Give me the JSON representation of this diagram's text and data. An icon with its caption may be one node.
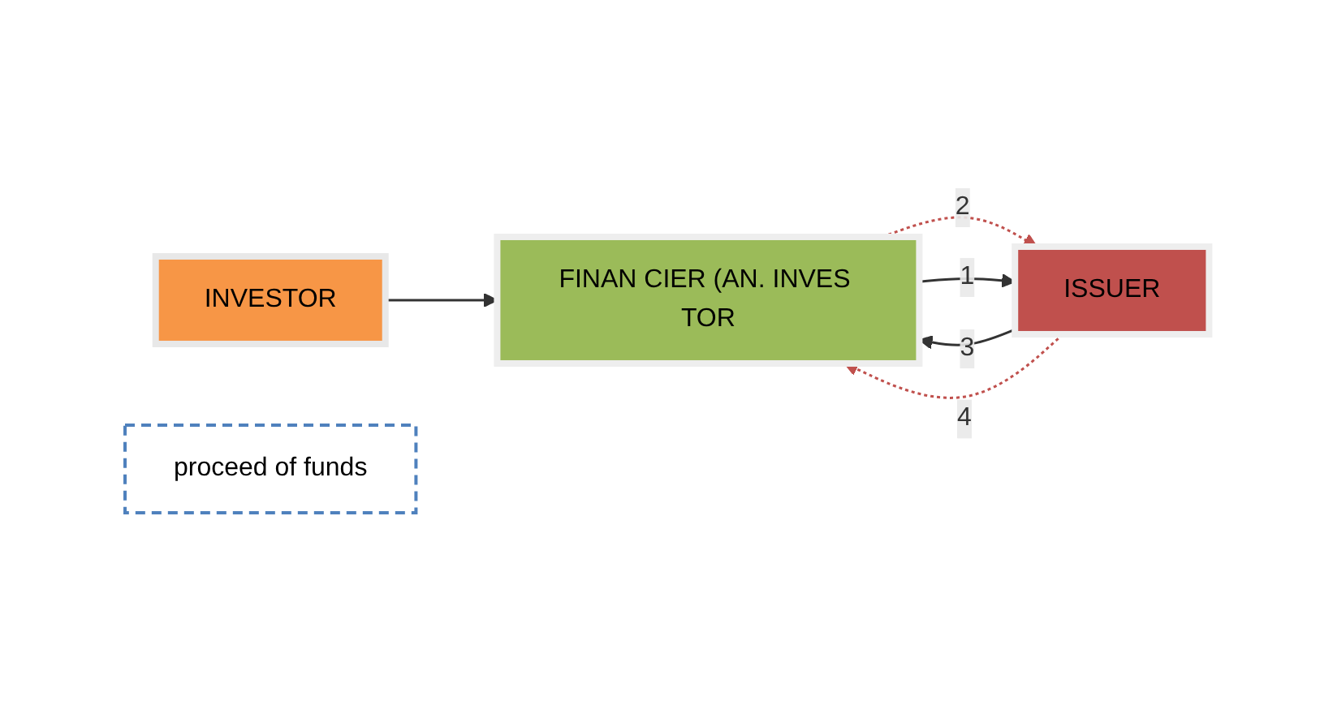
{
  "diagram": {
    "nodes": [
      {
        "text": [
          "INVESTOR"
        ]
      },
      {
        "text": [
          "proceed of funds"
        ]
      },
      {
        "text": [
          "FINAN CIER (AN. INVES TOR"
        ]
      },
      {
        "text": [
          "ISSUER"
        ]
      }
    ],
    "edges": [
      {
        "from": 0,
        "to": 2,
        "arrow": "to"
      },
      {
        "from": 2,
        "to": 3,
        "arrow": "to",
        "label": "2",
        "style": "dashed",
        "color": "#c0504d"
      },
      {
        "from": 2,
        "to": 3,
        "arrow": "to",
        "label": "1"
      },
      {
        "from": 3,
        "to": 2,
        "arrow": "to",
        "label": "3"
      },
      {
        "from": 3,
        "to": 2,
        "arrow": "to",
        "label": "4",
        "style": "dashed",
        "color": "#c0504d"
      }
    ]
  }
}
